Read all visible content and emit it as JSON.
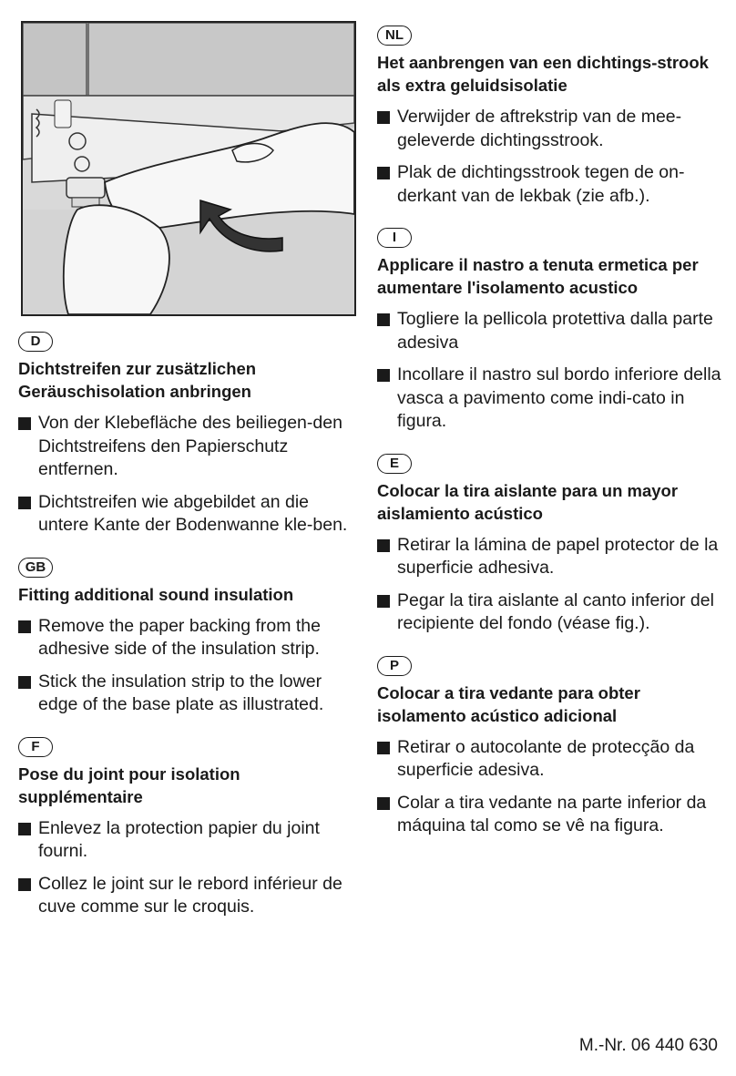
{
  "illustration": {
    "alt_subject": "hands attaching insulation strip"
  },
  "left_sections": [
    {
      "code": "D",
      "heading": "Dichtstreifen zur zusätzlichen Geräuschisolation anbringen",
      "bullets": [
        "Von der Klebefläche des beiliegen-den Dichtstreifens den Papierschutz entfernen.",
        "Dichtstreifen wie abgebildet an die untere Kante der Bodenwanne kle-ben."
      ]
    },
    {
      "code": "GB",
      "heading": "Fitting additional sound insulation",
      "bullets": [
        "Remove the paper backing from the adhesive side of the insulation strip.",
        "Stick the insulation strip to the lower edge of the base plate as illustrated."
      ]
    },
    {
      "code": "F",
      "heading": "Pose du joint pour isolation supplémentaire",
      "bullets": [
        "Enlevez la protection papier du joint fourni.",
        "Collez le joint sur le rebord inférieur de cuve comme sur le croquis."
      ]
    }
  ],
  "right_sections": [
    {
      "code": "NL",
      "heading": "Het aanbrengen van een dichtings-strook als extra geluidsisolatie",
      "bullets": [
        "Verwijder de aftrekstrip van de mee-geleverde dichtingsstrook.",
        "Plak de dichtingsstrook tegen de on-derkant van de lekbak (zie afb.)."
      ]
    },
    {
      "code": "I",
      "heading": "Applicare il nastro a tenuta ermetica per aumentare l'isolamento acustico",
      "bullets": [
        "Togliere la pellicola protettiva dalla parte adesiva",
        "Incollare il nastro sul bordo inferiore della vasca a pavimento come indi-cato in figura."
      ]
    },
    {
      "code": "E",
      "heading": "Colocar la tira aislante para un mayor aislamiento acústico",
      "bullets": [
        "Retirar la lámina de papel protector de la superficie adhesiva.",
        "Pegar la tira aislante al canto inferior del recipiente del fondo (véase fig.)."
      ]
    },
    {
      "code": "P",
      "heading": "Colocar a tira vedante para obter isolamento acústico adicional",
      "bullets": [
        "Retirar o autocolante de protecção da superficie adesiva.",
        "Colar a tira vedante na parte inferior da máquina tal como se vê na figura."
      ]
    }
  ],
  "footer": {
    "model_number": "M.-Nr. 06 440 630"
  }
}
